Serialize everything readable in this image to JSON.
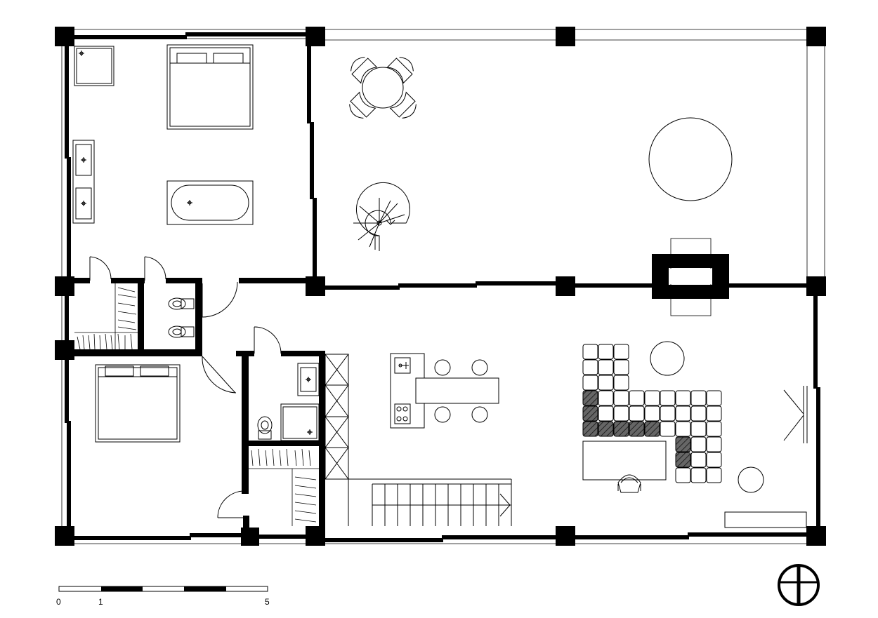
{
  "scale_bar": {
    "labels": [
      "0",
      "1",
      "5"
    ]
  },
  "icons": {
    "north_arrow": "north-arrow-icon"
  },
  "colors": {
    "wall": "#000000",
    "background": "#ffffff",
    "dark_cushion": "#555555"
  }
}
